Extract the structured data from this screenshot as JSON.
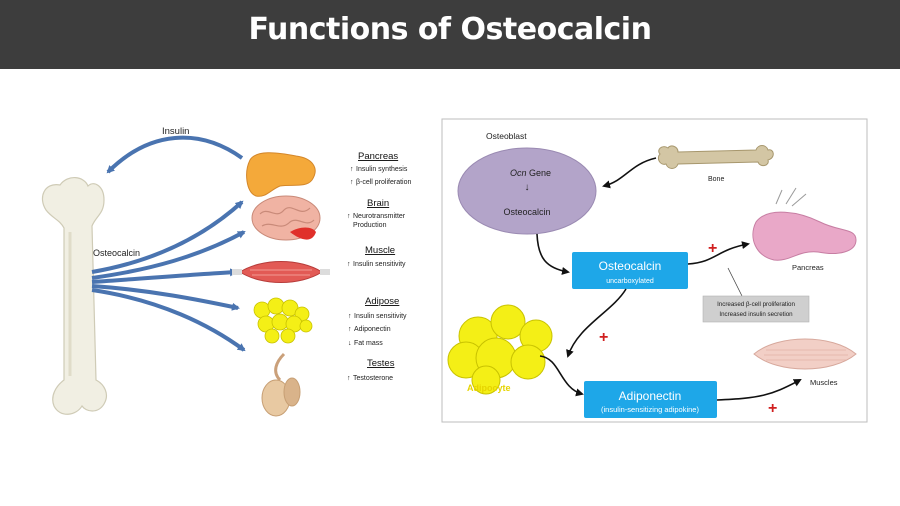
{
  "header": {
    "title": "Functions of Osteocalcin"
  },
  "left": {
    "insulin_label": "Insulin",
    "osteocalcin_label": "Osteocalcin",
    "organs": [
      {
        "name": "Pancreas",
        "effects": [
          {
            "dir": "up",
            "text": "Insulin synthesis"
          },
          {
            "dir": "up",
            "text": "β-cell proliferation"
          }
        ]
      },
      {
        "name": "Brain",
        "effects": [
          {
            "dir": "up",
            "text": "Neurotransmitter"
          },
          {
            "dir": "none",
            "text": "Production"
          }
        ]
      },
      {
        "name": "Muscle",
        "effects": [
          {
            "dir": "up",
            "text": "Insulin sensitivity"
          }
        ]
      },
      {
        "name": "Adipose",
        "effects": [
          {
            "dir": "up",
            "text": "Insulin sensitivity"
          },
          {
            "dir": "up",
            "text": "Adiponectin"
          },
          {
            "dir": "down",
            "text": "Fat mass"
          }
        ]
      },
      {
        "name": "Testes",
        "effects": [
          {
            "dir": "up",
            "text": "Testosterone"
          }
        ]
      }
    ]
  },
  "right": {
    "osteoblast_label": "Osteoblast",
    "gene_prefix": "Ocn",
    "gene_suffix": " Gene",
    "gene_arrow": "↓",
    "osteocalcin_inner": "Osteocalcin",
    "bone_label": "Bone",
    "osteocalcin_box_title": "Osteocalcin",
    "osteocalcin_box_sub": "uncarboxylated",
    "pancreas_label": "Pancreas",
    "effects_box_line1": "Increased β-cell proliferation",
    "effects_box_line2": "Increased insulin secretion",
    "adipocyte_label": "Adipocyte",
    "adiponectin_box_title": "Adiponectin",
    "adiponectin_box_sub": "(insulin-sensitizing adipokine)",
    "muscles_label": "Muscles",
    "plus_sign": "+"
  },
  "colors": {
    "header_bg": "#3d3d3d",
    "arrow_blue": "#4a74b0",
    "box_blue": "#1ea7e8",
    "ellipse_purple": "#b3a4c9",
    "plus_red": "#d01f1f",
    "adipocyte_yellow": "#f4ef16"
  }
}
